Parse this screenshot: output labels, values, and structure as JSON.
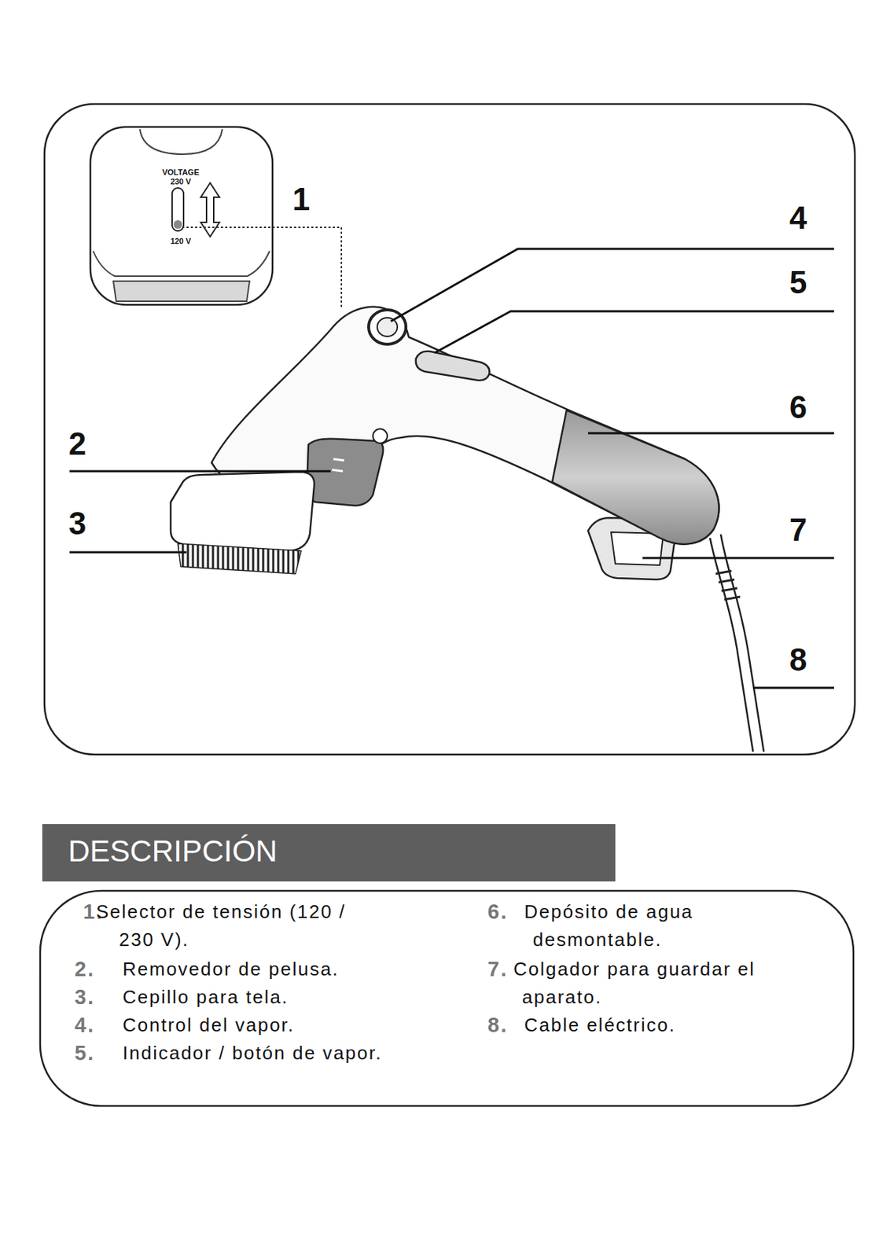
{
  "diagram": {
    "nodes": [
      {
        "text": [
          "DESCRIPCIÓN"
        ]
      },
      {
        "text": [
          "1.",
          "Selector de tensión (120 / 230 V).",
          "2.",
          "Removedor de pelusa.",
          "3.",
          "Cepillo para tela.",
          "4.",
          "Control del vapor.",
          "5.",
          "Indicador / botón de vapor.",
          "6.",
          "Depósito de agua desmontable.",
          "7.",
          "Colgador para guardar el aparato.",
          "8.",
          "Cable eléctrico."
        ]
      }
    ],
    "labels": [
      "1",
      "2",
      "3",
      "4",
      "5",
      "6",
      "7",
      "8",
      "VOLTAGE",
      "230 V",
      "120 V"
    ]
  }
}
